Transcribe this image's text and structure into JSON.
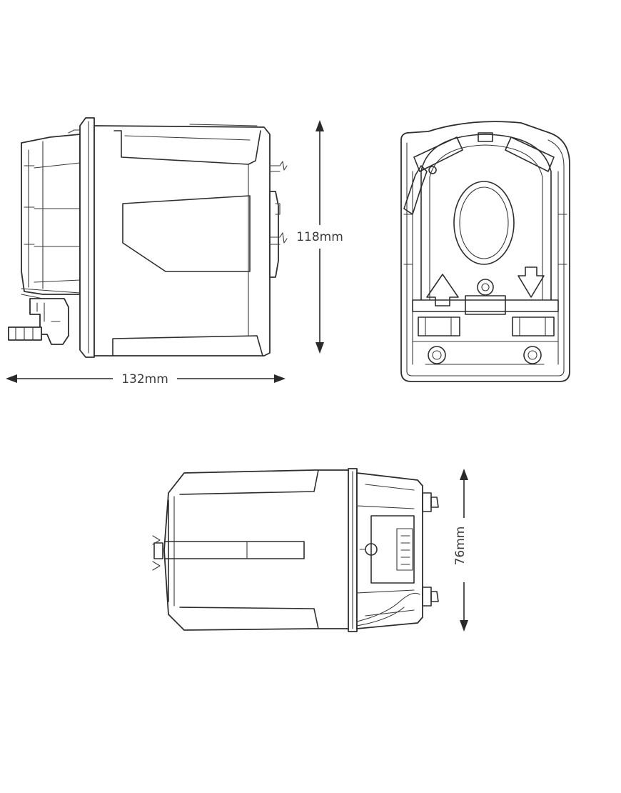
{
  "dimensions": {
    "length": "132mm",
    "height": "118mm",
    "width": "76mm"
  },
  "colors": {
    "line": "#2e2e2e",
    "background": "#ffffff"
  }
}
